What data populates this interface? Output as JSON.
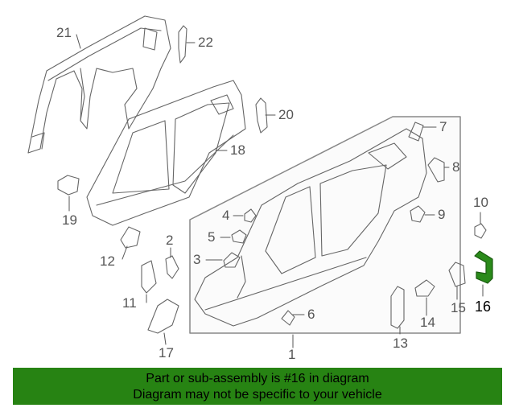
{
  "diagram": {
    "callouts": [
      {
        "id": "1",
        "label": "1"
      },
      {
        "id": "2",
        "label": "2"
      },
      {
        "id": "3",
        "label": "3"
      },
      {
        "id": "4",
        "label": "4"
      },
      {
        "id": "5",
        "label": "5"
      },
      {
        "id": "6",
        "label": "6"
      },
      {
        "id": "7",
        "label": "7"
      },
      {
        "id": "8",
        "label": "8"
      },
      {
        "id": "9",
        "label": "9"
      },
      {
        "id": "10",
        "label": "10"
      },
      {
        "id": "11",
        "label": "11"
      },
      {
        "id": "12",
        "label": "12"
      },
      {
        "id": "13",
        "label": "13"
      },
      {
        "id": "14",
        "label": "14"
      },
      {
        "id": "15",
        "label": "15"
      },
      {
        "id": "16",
        "label": "16"
      },
      {
        "id": "17",
        "label": "17"
      },
      {
        "id": "18",
        "label": "18"
      },
      {
        "id": "19",
        "label": "19"
      },
      {
        "id": "20",
        "label": "20"
      },
      {
        "id": "21",
        "label": "21"
      },
      {
        "id": "22",
        "label": "22"
      }
    ],
    "highlight_color": "#2a8a1a",
    "selected_part": "16"
  },
  "footer": {
    "line1": "Part or sub-assembly is #16 in diagram",
    "line2": "Diagram may not be specific to your vehicle",
    "background": "#278313"
  }
}
